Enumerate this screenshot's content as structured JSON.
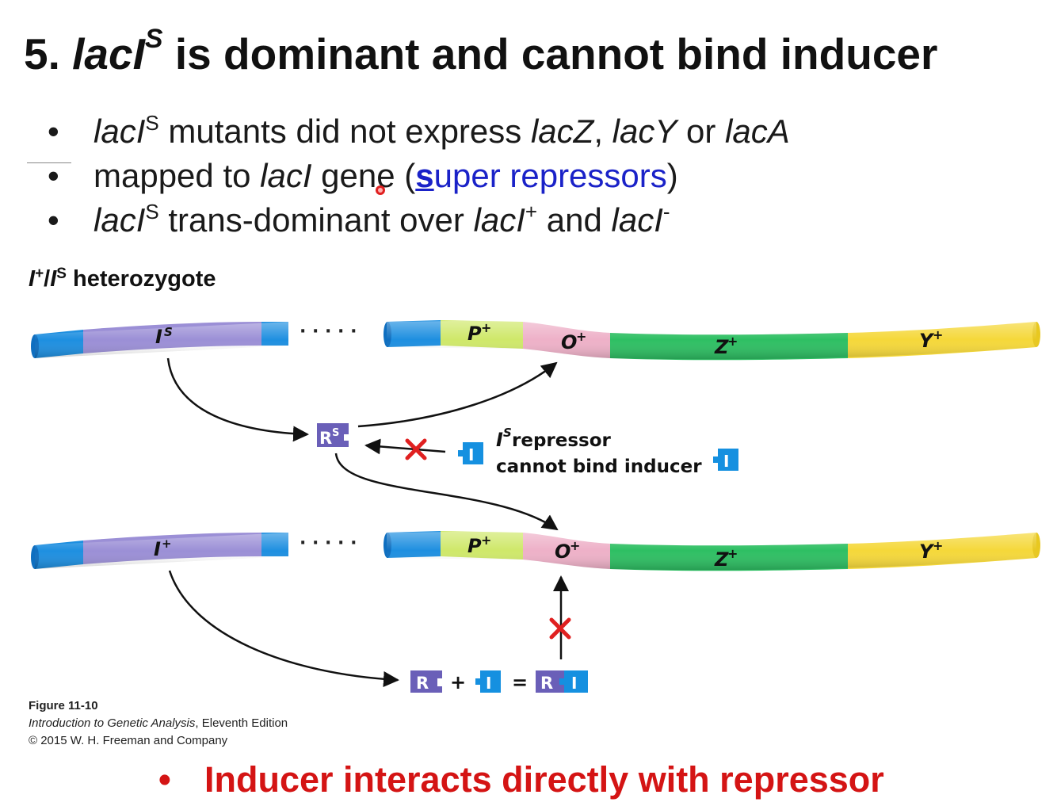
{
  "title": {
    "number": "5.",
    "gene": "lacI",
    "sup": "S",
    "rest": "is dominant and cannot bind inducer"
  },
  "bullets": [
    {
      "b": "•",
      "p1": "lacI",
      "s1": "S",
      "p2": " mutants did not express ",
      "p3": "lacZ",
      "p4": ", ",
      "p5": "lacY",
      "p6": " or ",
      "p7": "lacA"
    },
    {
      "b": "•",
      "p1": "mapped to ",
      "p2": "lacI",
      "p3": " gene (",
      "p4": "s",
      "p5": "uper repressors",
      "p6": ")"
    },
    {
      "b": "•",
      "p1": "lacI",
      "s1": "S",
      "p2": " trans-dominant over ",
      "p3": "lacI",
      "s2": "+",
      "p4": " and ",
      "p5": "lacI",
      "s3": "-"
    }
  ],
  "diagram": {
    "genotype": {
      "a": "I",
      "a_sup": "+",
      "slash": "/",
      "b": "I",
      "b_sup": "S",
      "word": " heterozygote"
    },
    "top_row": {
      "gene_I": "I",
      "gene_I_sup": "S",
      "dots": "· · · · ·",
      "P": "P",
      "P_sup": "+",
      "O": "O",
      "O_sup": "+",
      "Z": "Z",
      "Z_sup": "+",
      "Y": "Y",
      "Y_sup": "+"
    },
    "bottom_row": {
      "gene_I": "I",
      "gene_I_sup": "+",
      "dots": "· · · · ·",
      "P": "P",
      "P_sup": "+",
      "O": "O",
      "O_sup": "+",
      "Z": "Z",
      "Z_sup": "+",
      "Y": "Y",
      "Y_sup": "+"
    },
    "repressor_s": {
      "R": "R",
      "sup": "S"
    },
    "note": {
      "l1_I": "I",
      "l1_sup": "S",
      "l1_rest": " repressor",
      "l2": "cannot bind inducer"
    },
    "inducer": "I",
    "equation": {
      "R": "R",
      "plus": "+",
      "I": "I",
      "eq": "=",
      "R2": "R",
      "I2": "I"
    },
    "colors": {
      "blue_end": "#1e8fe0",
      "purple": "#9b8fd6",
      "lime": "#cfe86a",
      "pink": "#eeb1c8",
      "green": "#2ebf63",
      "yellow": "#f5d83a",
      "repressor": "#6a5fb8",
      "inducer": "#1590e0",
      "cross": "#e02020"
    }
  },
  "caption": {
    "fig": "Figure 11-10",
    "book": "Introduction to Genetic Analysis",
    "edition": ", Eleventh Edition",
    "copyright": "© 2015 W. H. Freeman and Company"
  },
  "bottom": {
    "b": "•",
    "text": "Inducer interacts directly with repressor"
  }
}
